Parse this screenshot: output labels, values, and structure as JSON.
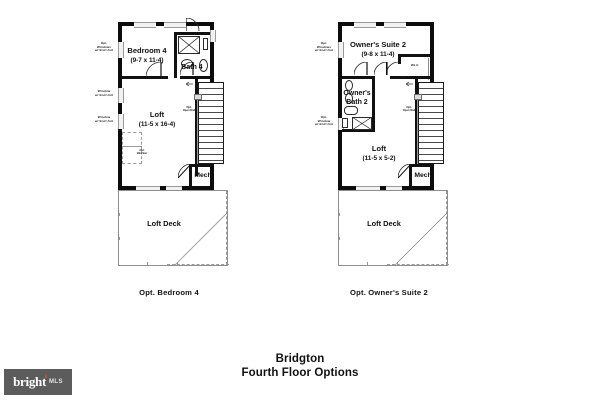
{
  "title": {
    "line1": "Bridgton",
    "line2": "Fourth Floor Options"
  },
  "watermark": {
    "brand": "bright",
    "suffix": "MLS"
  },
  "plans": [
    {
      "caption": "Opt. Bedroom 4",
      "rooms": {
        "primary": {
          "name": "Bedroom 4",
          "dim": "(9-7 x 11-4)"
        },
        "bath": {
          "name": "Bath 4"
        },
        "loft": {
          "name": "Loft",
          "dim": "(11-5 x 16-4)"
        },
        "mech": {
          "name": "Mech"
        },
        "deck": {
          "name": "Loft Deck"
        }
      },
      "annotations": {
        "opt_windows": "Opt.\nWindows\nw/ End Unit",
        "window_mid": "Window\nw/ End Unit",
        "window_low": "Window\nw/ End Unit",
        "opt_wet_bar": "Opt.\nWet Bar",
        "opt_open_rail": "Opt.\nOpen Rail",
        "dn": "DN"
      }
    },
    {
      "caption": "Opt. Owner's Suite 2",
      "rooms": {
        "primary": {
          "name": "Owner's Suite 2",
          "dim": "(9-8 x 11-4)"
        },
        "bath": {
          "name": "Owner's",
          "name2": "Bath 2"
        },
        "closet": {
          "name": "W.I.C."
        },
        "loft": {
          "name": "Loft",
          "dim": "(11-5 x 5-2)"
        },
        "mech": {
          "name": "Mech"
        },
        "deck": {
          "name": "Loft Deck"
        }
      },
      "annotations": {
        "opt_windows": "Opt.\nWindows\nw/ End Unit",
        "opt_window_low": "Opt.\nWindow\nw/ End Unit",
        "opt_open_rail": "Opt.\nOpen Rail",
        "dn": "DN"
      }
    }
  ],
  "colors": {
    "wall": "#0c0c0c",
    "hairline": "#8d8d8d",
    "dashed": "#9b9b9b",
    "watermark_bg": "#5c5c5c",
    "accent_red": "#e0452a"
  }
}
